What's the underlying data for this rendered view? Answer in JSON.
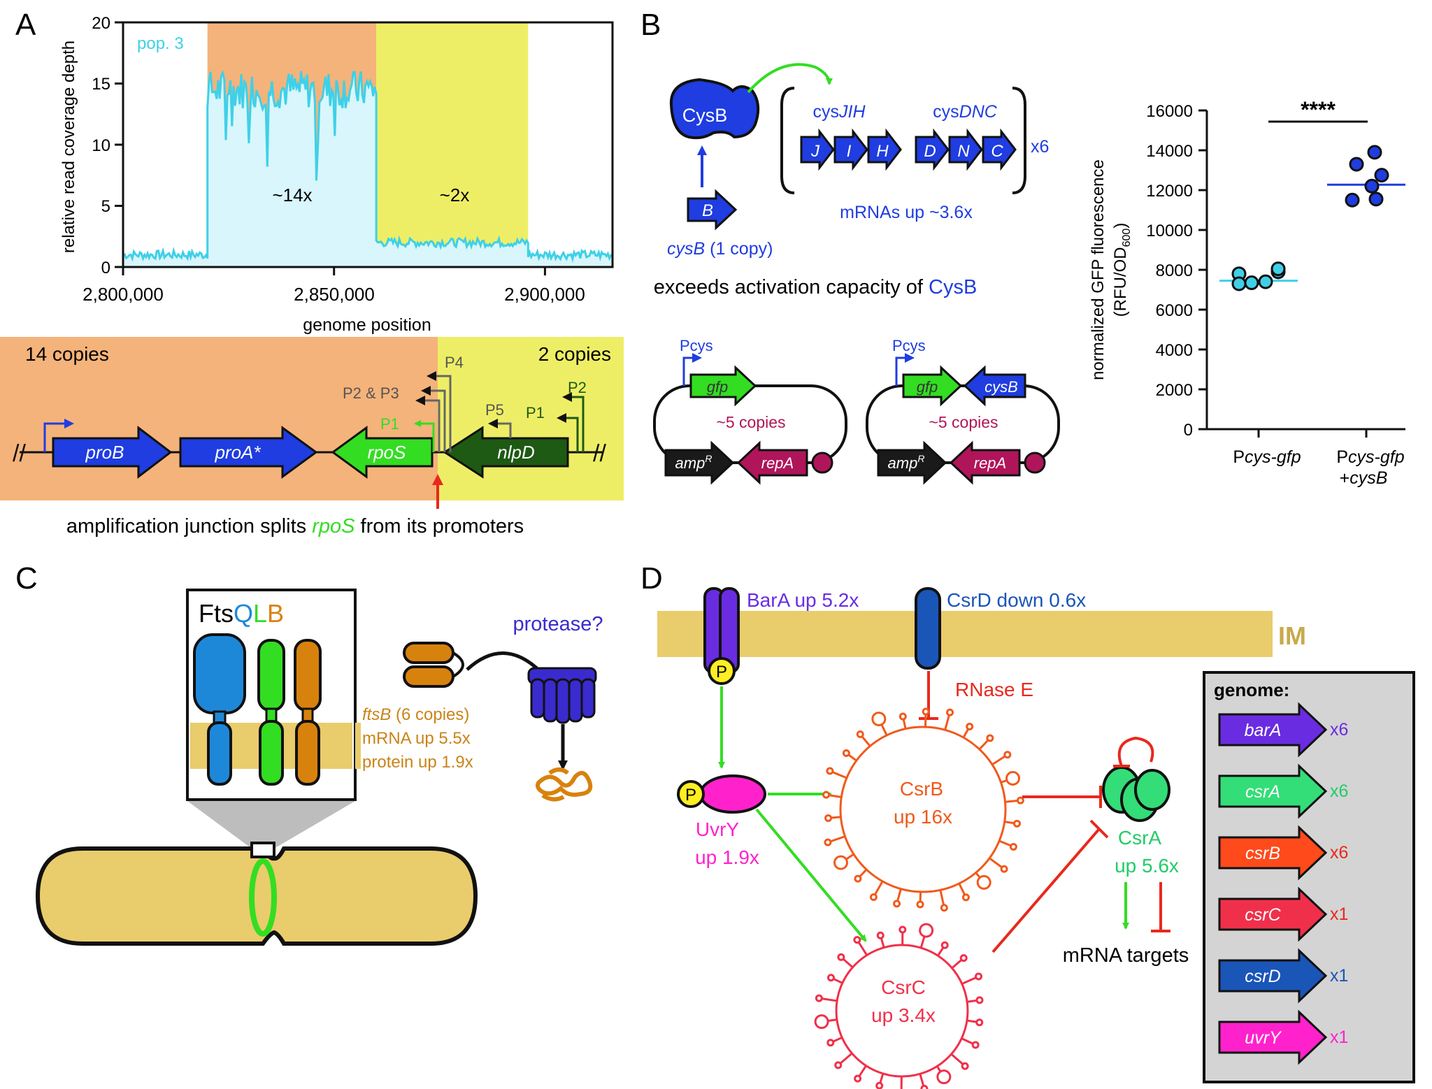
{
  "colors": {
    "cyan": "#3fd0e8",
    "cyan_fill": "#d8f6fb",
    "orange": "#f4b37a",
    "yellow": "#eeee66",
    "blue": "#1f3de0",
    "green": "#33dd22",
    "darkgreen": "#1e5a14",
    "magenta": "#ff22cc",
    "purple": "#6a2ce0",
    "red": "#e8291c",
    "crimson": "#b0155a",
    "gold": "#e9cc6c",
    "ftsQ": "#1e88d8",
    "ftsB": "#d8820e"
  },
  "panel_a": {
    "letter": "A",
    "pop_label": "pop. 3",
    "y_label": "relative read coverage depth",
    "x_label": "genome position",
    "y_ticks": [
      "0",
      "5",
      "10",
      "15",
      "20"
    ],
    "x_ticks": [
      "2,800,000",
      "2,850,000",
      "2,900,000"
    ],
    "label_14x": "~14x",
    "label_2x": "~2x",
    "chart_data": {
      "type": "line",
      "xlim": [
        2800000,
        2916000
      ],
      "ylim": [
        0,
        20
      ],
      "segments": [
        {
          "x_start": 2800000,
          "x_end": 2820000,
          "mean_depth": 1.0,
          "noise": 0.35
        },
        {
          "x_start": 2820000,
          "x_end": 2860000,
          "mean_depth": 14.5,
          "noise": 1.6
        },
        {
          "x_start": 2860000,
          "x_end": 2896000,
          "mean_depth": 2.0,
          "noise": 0.35
        },
        {
          "x_start": 2896000,
          "x_end": 2916000,
          "mean_depth": 1.0,
          "noise": 0.35
        }
      ],
      "shaded": [
        {
          "x_start": 2820000,
          "x_end": 2860000,
          "color": "#f4b37a"
        },
        {
          "x_start": 2860000,
          "x_end": 2896000,
          "color": "#eeee66"
        }
      ]
    },
    "copies_14": "14 copies",
    "copies_2": "2 copies",
    "genes": [
      "proB",
      "proA*",
      "rpoS",
      "nlpD"
    ],
    "promoters": [
      "P1",
      "P2 & P3",
      "P4",
      "P5",
      "P1",
      "P2"
    ],
    "caption_pre": "amplification junction splits ",
    "caption_gene": "rpoS",
    "caption_post": " from its promoters"
  },
  "panel_b": {
    "letter": "B",
    "cysb_protein": "CysB",
    "cysb_gene_letter": "B",
    "cysb_gene_label": "cysB",
    "cysb_copy": " (1 copy)",
    "operon1_pre": "cys",
    "operon1_it": "JIH",
    "operon2_pre": "cys",
    "operon2_it": "DNC",
    "operon_letters": [
      "J",
      "I",
      "H",
      "D",
      "N",
      "C"
    ],
    "multiplier": "x6",
    "mrna_label": "mRNAs up ~3.6x",
    "exceeds_pre": "exceeds activation capacity of ",
    "exceeds_cysb": "CysB",
    "plasmid_promoter": "Pcys",
    "plasmid_gfp": "gfp",
    "plasmid_cysb": "cysB",
    "plasmid_copies": "~5 copies",
    "plasmid_amp": "amp",
    "plasmid_amp_sup": "R",
    "plasmid_rep": "repA",
    "chart": {
      "y_label_line1": "normalized GFP fluorescence",
      "y_label_line2": "(RFU/OD",
      "y_label_sub": "600",
      "y_label_close": ")",
      "y_ticks": [
        "0",
        "2000",
        "4000",
        "6000",
        "8000",
        "10000",
        "12000",
        "14000",
        "16000"
      ],
      "significance": "****",
      "group1_pre": "P",
      "group1_it": "cys-gfp",
      "group2_pre": "P",
      "group2_it": "cys-gfp",
      "group2_line2_pre": "+",
      "group2_line2_it": "cysB"
    },
    "chart_data": {
      "type": "scatter",
      "ylim": [
        0,
        16000
      ],
      "categories": [
        "Pcys-gfp",
        "Pcys-gfp +cysB"
      ],
      "series": [
        {
          "category": "Pcys-gfp",
          "values": [
            7800,
            7350,
            7400,
            7900,
            8050,
            7300
          ],
          "mean": 7450
        },
        {
          "category": "Pcys-gfp +cysB",
          "values": [
            13900,
            13300,
            12750,
            12200,
            11500,
            11550
          ],
          "mean": 12270
        }
      ]
    }
  },
  "panel_c": {
    "letter": "C",
    "title_fts": "Fts",
    "title_q": "Q",
    "title_l": "L",
    "title_b": "B",
    "protease": "protease?",
    "ftsb_gene": "ftsB",
    "ftsb_copies": " (6 copies)",
    "ftsb_mrna": "mRNA up 5.5x",
    "ftsb_protein": "protein up 1.9x"
  },
  "panel_d": {
    "letter": "D",
    "bara": "BarA up 5.2x",
    "csrd": "CsrD down 0.6x",
    "im": "IM",
    "p": "P",
    "rnase": "RNase E",
    "uvry_name": "UvrY",
    "uvry_up": "up 1.9x",
    "csrb_name": "CsrB",
    "csrb_up": "up 16x",
    "csrc_name": "CsrC",
    "csrc_up": "up 3.4x",
    "csra_name": "CsrA",
    "csra_up": "up 5.6x",
    "targets": "mRNA targets",
    "genome_title": "genome:",
    "genome": [
      {
        "gene": "barA",
        "copies": "x6",
        "color": "#6a2ce0",
        "text_color": "#6a2ce0"
      },
      {
        "gene": "csrA",
        "copies": "x6",
        "color": "#33dd77",
        "text_color": "#22cc66"
      },
      {
        "gene": "csrB",
        "copies": "x6",
        "color": "#ff4a1c",
        "text_color": "#e8291c"
      },
      {
        "gene": "csrC",
        "copies": "x1",
        "color": "#f0304a",
        "text_color": "#e8291c"
      },
      {
        "gene": "csrD",
        "copies": "x1",
        "color": "#1a55b8",
        "text_color": "#1a55b8"
      },
      {
        "gene": "uvrY",
        "copies": "x1",
        "color": "#ff22cc",
        "text_color": "#ff22cc"
      }
    ]
  }
}
